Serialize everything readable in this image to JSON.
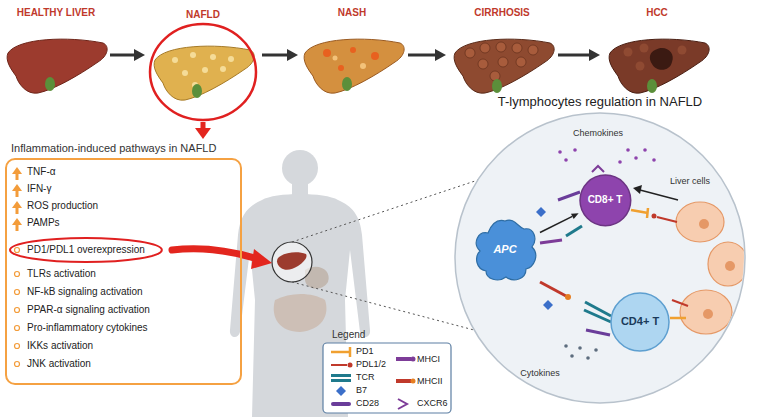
{
  "diagram": {
    "nodes": [
      {
        "text": [
          "NAFLD"
        ]
      },
      {
        "text": [
          "Inflammation-induced pathways in NAFLD",
          "TNF-α",
          "IFN-γ",
          "ROS production",
          "PAMPs",
          "TLRs activation",
          "NF-kB signaling activation",
          "PPAR-α signaling activation",
          "Pro-inflammatory cytokines",
          "IKKs activation",
          "JNK activation"
        ]
      },
      {
        "text": [
          "PD1/PDL1 overexpression"
        ],
        "in": 1
      },
      {
        "text": [
          "T-lymphocytes regulation in NAFLD"
        ]
      },
      {
        "text": [
          "APC"
        ],
        "in": 3
      },
      {
        "text": [
          "CD8+ T"
        ],
        "in": 3
      },
      {
        "text": [
          "CD4+ T"
        ],
        "in": 3
      }
    ],
    "edges": [
      {
        "from": 0,
        "to": 1,
        "arrow": "to"
      },
      {
        "from": 4,
        "to": 5,
        "arrow": "to"
      }
    ],
    "labels": [
      "HEALTHY LIVER",
      "NASH",
      "CIRRHOSIS",
      "HCC",
      "Chemokines",
      "Cytokines",
      "Liver cells",
      "Legend"
    ],
    "legend": [
      {
        "text": "PD1"
      },
      {
        "text": "PDL1/2"
      },
      {
        "text": "TCR"
      },
      {
        "text": "B7"
      },
      {
        "text": "CD28"
      },
      {
        "text": "MHCI"
      },
      {
        "text": "MHCII"
      },
      {
        "text": "CXCR6"
      }
    ]
  }
}
